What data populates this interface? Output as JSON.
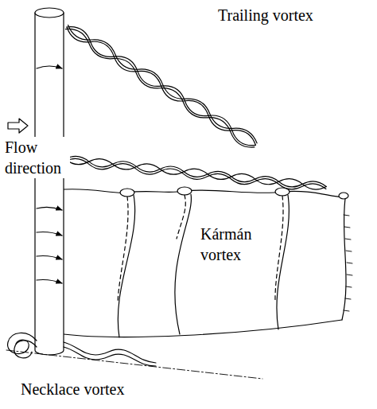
{
  "diagram": {
    "labels": [
      "Trailing vortex",
      "Flow direction",
      "Kármán vortex",
      "Necklace vortex"
    ]
  }
}
